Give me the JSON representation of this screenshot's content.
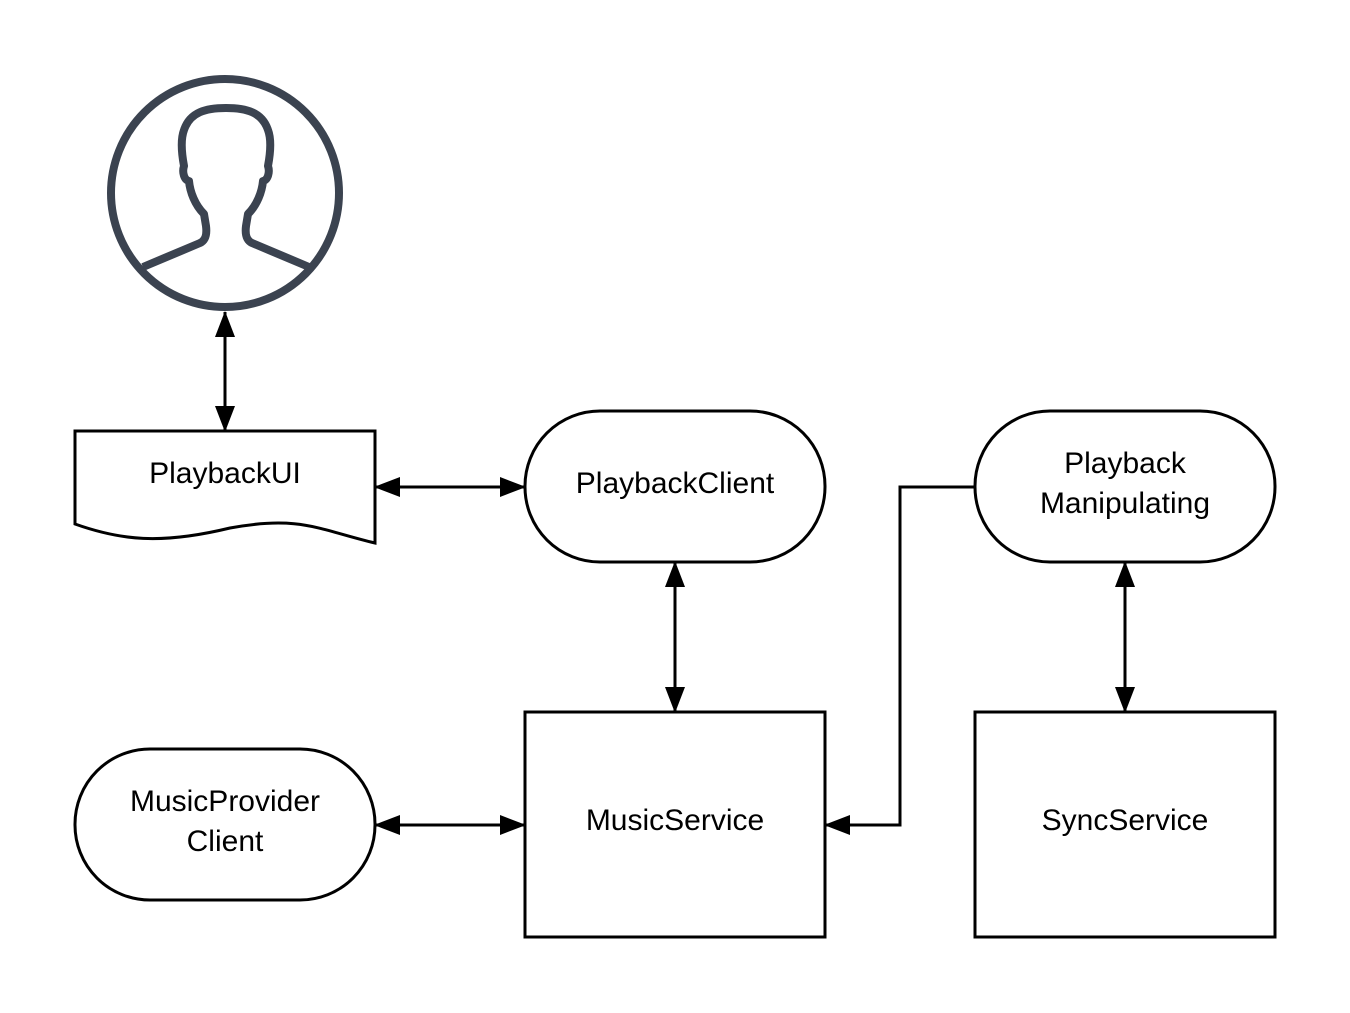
{
  "colors": {
    "stroke": "#000000",
    "icon_stroke": "#3b4350",
    "background": "#ffffff"
  },
  "user": {
    "icon": "user-icon"
  },
  "nodes": {
    "playback_ui": {
      "label": "PlaybackUI"
    },
    "playback_client": {
      "label": "PlaybackClient"
    },
    "playback_manipulating": {
      "line1": "Playback",
      "line2": "Manipulating"
    },
    "music_provider_client": {
      "line1": "MusicProvider",
      "line2": "Client"
    },
    "music_service": {
      "label": "MusicService"
    },
    "sync_service": {
      "label": "SyncService"
    }
  }
}
